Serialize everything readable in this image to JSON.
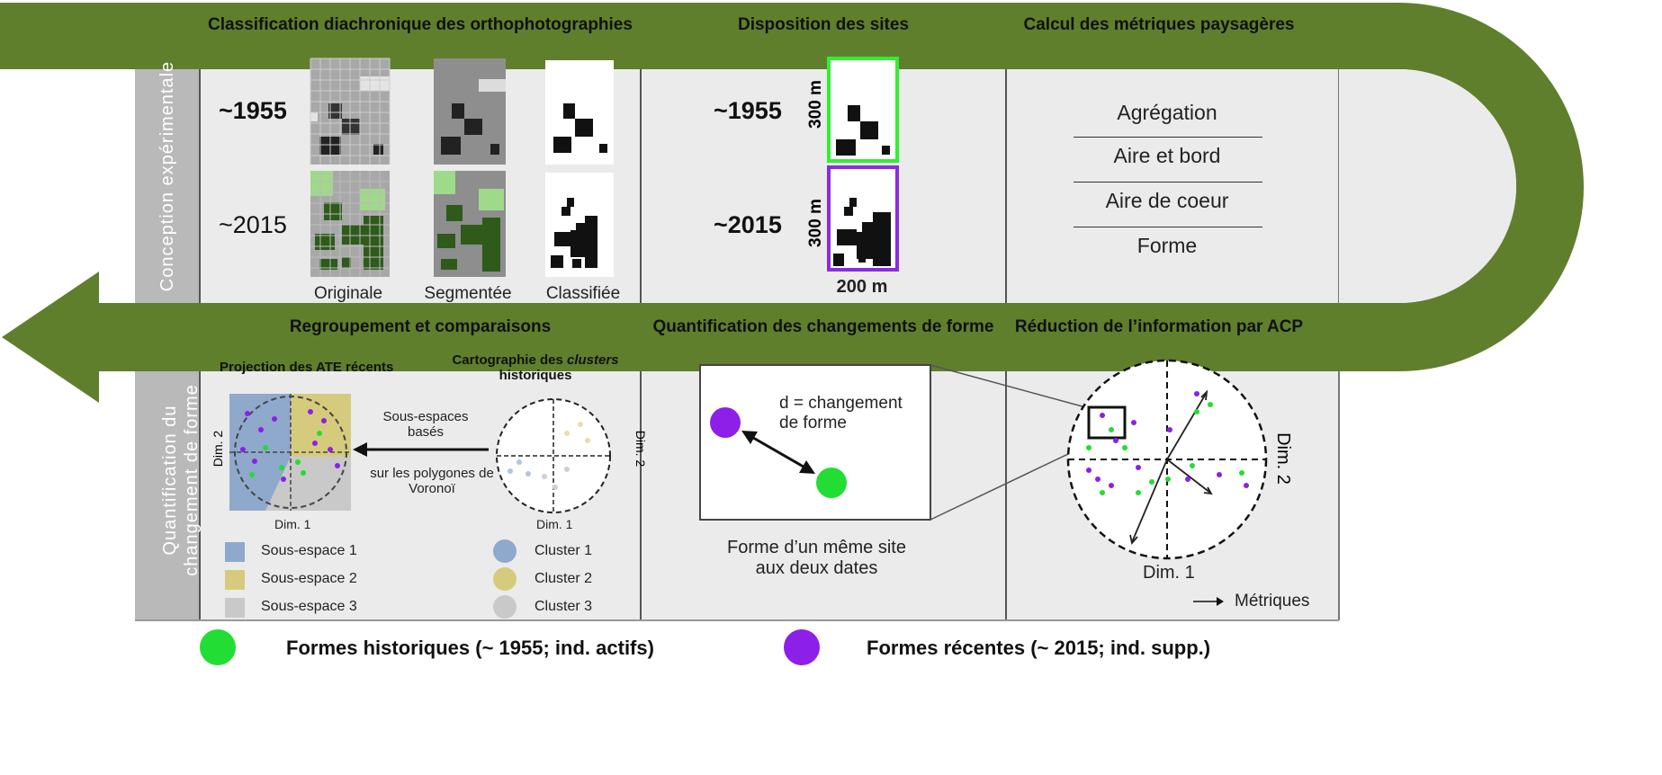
{
  "colors": {
    "arrow_green": "#5f7f2d",
    "panel_gray": "#ebebeb",
    "side_gray": "#b9b9b9",
    "green_dot": "#22dd33",
    "purple_dot": "#8c1fe8",
    "frame_green": "#33ee33",
    "frame_purple": "#8a2be2",
    "sub1": "#8fa9cc",
    "sub2": "#d6cb7d",
    "sub3": "#c9c9c9"
  },
  "top_band": {
    "titles": [
      "Classification diachronique des orthophotographies",
      "Disposition des sites",
      "Calcul des métriques paysagères"
    ]
  },
  "middle_band": {
    "titles": [
      "Regroupement et comparaisons",
      "Quantification des changements de forme",
      "Réduction de l’information par ACP"
    ]
  },
  "top_panel": {
    "side_label": "Conception expérimentale",
    "year_1955": "~1955",
    "year_2015": "~2015",
    "captions": [
      "Originale",
      "Segmentée",
      "Classifiée"
    ],
    "site_year_1955": "~1955",
    "site_year_2015": "~2015",
    "height_label": "300 m",
    "height_label_2": "300 m",
    "width_label": "200 m",
    "metrics": [
      "Agrégation",
      "Aire et bord",
      "Aire de coeur",
      "Forme"
    ]
  },
  "bottom_panel": {
    "side_label_1": "Quantification du",
    "side_label_2": "changement de forme",
    "projection_title": "Projection des ATE récents",
    "carto_title_1": "Cartographie des",
    "carto_title_italic": "clusters",
    "carto_title_2": "historiques",
    "dim1": "Dim. 1",
    "dim2": "Dim. 2",
    "subspaces_text_1": "Sous-espaces",
    "subspaces_text_2": "basés",
    "voronoi_text_1": "sur les polygones de",
    "voronoi_text_2": "Voronoï",
    "legend_sub": [
      "Sous-espace 1",
      "Sous-espace 2",
      "Sous-espace 3"
    ],
    "legend_clusters": [
      "Cluster 1",
      "Cluster 2",
      "Cluster 3"
    ],
    "change_label_1": "d = changement",
    "change_label_2": "de forme",
    "same_site_1": "Forme d’un même site",
    "same_site_2": "aux deux dates",
    "pca_dim1": "Dim. 1",
    "pca_dim2": "Dim. 2",
    "metriques_label": "Métriques"
  },
  "legend": {
    "historic": "Formes historiques (~ 1955; ind. actifs)",
    "recent": "Formes récentes (~ 2015; ind. supp.)"
  }
}
